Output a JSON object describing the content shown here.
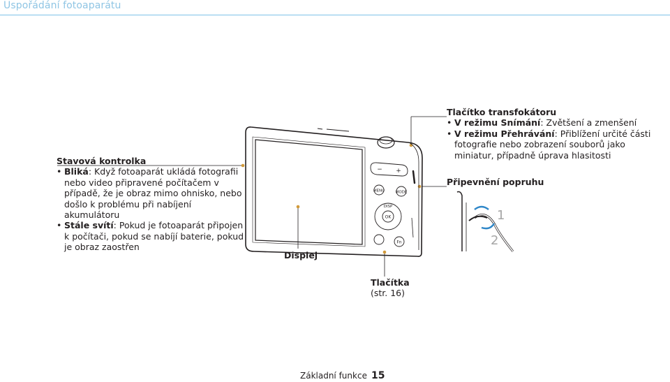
{
  "header": {
    "title": "Uspořádání fotoaparátu"
  },
  "status_indicator": {
    "heading": "Stavová kontrolka",
    "items": [
      {
        "term": "Bliká",
        "text": ": Když fotoaparát ukládá fotografii nebo video připravené počítačem v případě, že je obraz mimo ohnisko, nebo došlo k problému při nabíjení akumulátoru"
      },
      {
        "term": "Stále svítí",
        "text": ": Pokud je fotoaparát připojen k počítači, pokud se nabíjí baterie, pokud je obraz zaostřen"
      }
    ]
  },
  "zoom_button": {
    "heading": "Tlačítko transfokátoru",
    "items": [
      {
        "term": "V režimu Snímání",
        "text": ": Zvětšení a zmenšení"
      },
      {
        "term": "V režimu Přehrávání",
        "text": ": Přiblížení určité části fotografie nebo zobrazení souborů jako miniatur, případně úprava hlasitosti"
      }
    ]
  },
  "strap": {
    "label": "Připevnění popruhu",
    "step1": "1",
    "step2": "2"
  },
  "display": {
    "label": "Displej"
  },
  "buttons": {
    "label": "Tlačítka",
    "ref": "(str. 16)"
  },
  "camera": {
    "menu_label": "MENU",
    "mode_label": "MODE",
    "disp_label": "DISP",
    "ok_label": "OK",
    "fn_label": "Fn",
    "zoom_minus": "−",
    "zoom_plus": "+"
  },
  "footer": {
    "section": "Základní funkce",
    "page": "15"
  },
  "colors": {
    "accent": "#7dc2e8",
    "leader_dot": "#d29a3a",
    "text": "#231f20"
  }
}
